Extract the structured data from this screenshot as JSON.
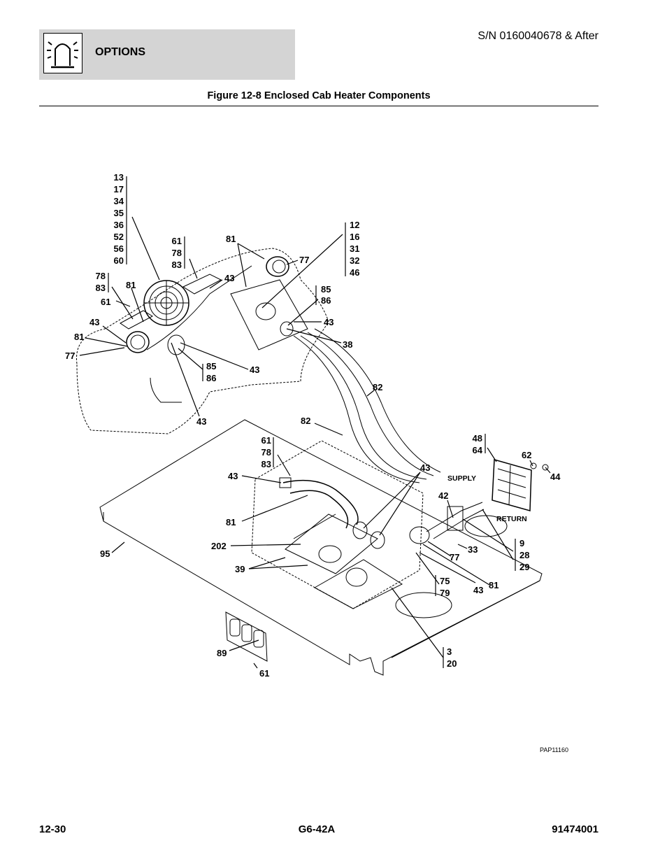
{
  "header": {
    "section_title": "OPTIONS",
    "serial": "S/N 0160040678 & After",
    "icon": "beacon-light-icon"
  },
  "figure": {
    "title": "Figure 12-8 Enclosed Cab Heater Components",
    "code": "PAP11160",
    "supply_label": "SUPPLY",
    "return_label": "RETURN"
  },
  "callouts": {
    "c1": [
      "13",
      "17",
      "34",
      "35",
      "36",
      "52",
      "56",
      "60"
    ],
    "c2": [
      "61",
      "78",
      "83"
    ],
    "c3": "81",
    "c4": "77",
    "c5": [
      "12",
      "16",
      "31",
      "32",
      "46"
    ],
    "c6": [
      "78",
      "83"
    ],
    "c7": "81",
    "c8": "43",
    "c9": "61",
    "c10": [
      "85",
      "86"
    ],
    "c11": "43",
    "c12": "43",
    "c13": "81",
    "c14": "38",
    "c15": "77",
    "c16": [
      "85",
      "86"
    ],
    "c17": "43",
    "c18": "82",
    "c19": "43",
    "c20": "82",
    "c21": [
      "61",
      "78",
      "83"
    ],
    "c22": [
      "48",
      "64"
    ],
    "c23": "62",
    "c24": "44",
    "c25": "43",
    "c26": "43",
    "c27": "42",
    "c28": "81",
    "c29": "202",
    "c30": [
      "9",
      "28",
      "29"
    ],
    "c31": "95",
    "c32": "33",
    "c33": "39",
    "c34": "77",
    "c35": [
      "75",
      "79"
    ],
    "c36": "43",
    "c37": "81",
    "c38": [
      "3",
      "20"
    ],
    "c39": "89",
    "c40": "61"
  },
  "footer": {
    "page": "12-30",
    "model": "G6-42A",
    "doc_number": "91474001"
  }
}
